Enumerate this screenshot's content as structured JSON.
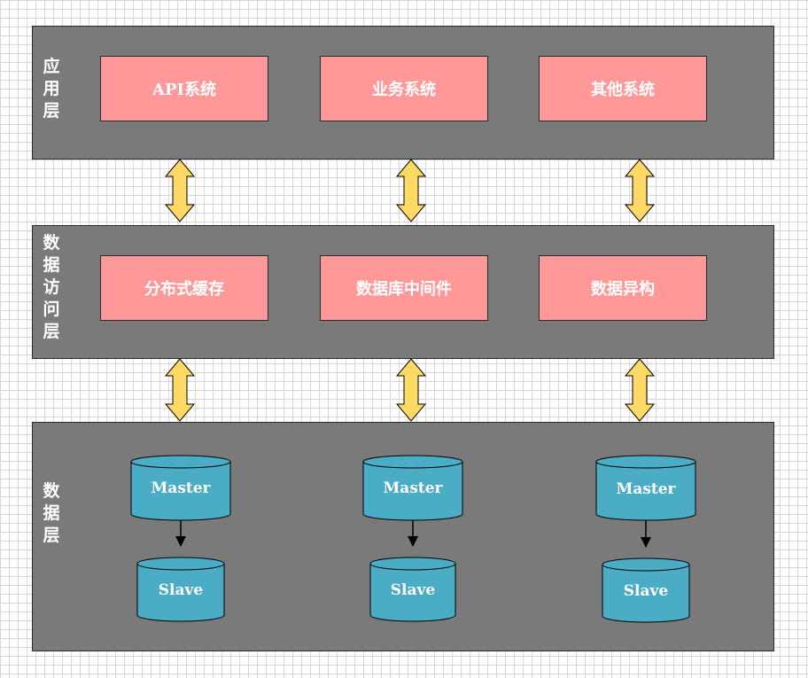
{
  "layers": {
    "app": {
      "label": "应\n用\n层",
      "modules": [
        "API系统",
        "业务系统",
        "其他系统"
      ]
    },
    "access": {
      "label": "数\n据\n访\n问\n层",
      "modules": [
        "分布式缓存",
        "数据库中间件",
        "数据异构"
      ]
    },
    "data": {
      "label": "数\n据\n层",
      "clusters": [
        {
          "master": "Master",
          "slave": "Slave"
        },
        {
          "master": "Master",
          "slave": "Slave"
        },
        {
          "master": "Master",
          "slave": "Slave"
        }
      ]
    }
  },
  "colors": {
    "layer_bg": "#7a7a7a",
    "module_fill": "#ff9999",
    "database_fill": "#4bacc6",
    "arrow_fill": "#ffd966"
  }
}
